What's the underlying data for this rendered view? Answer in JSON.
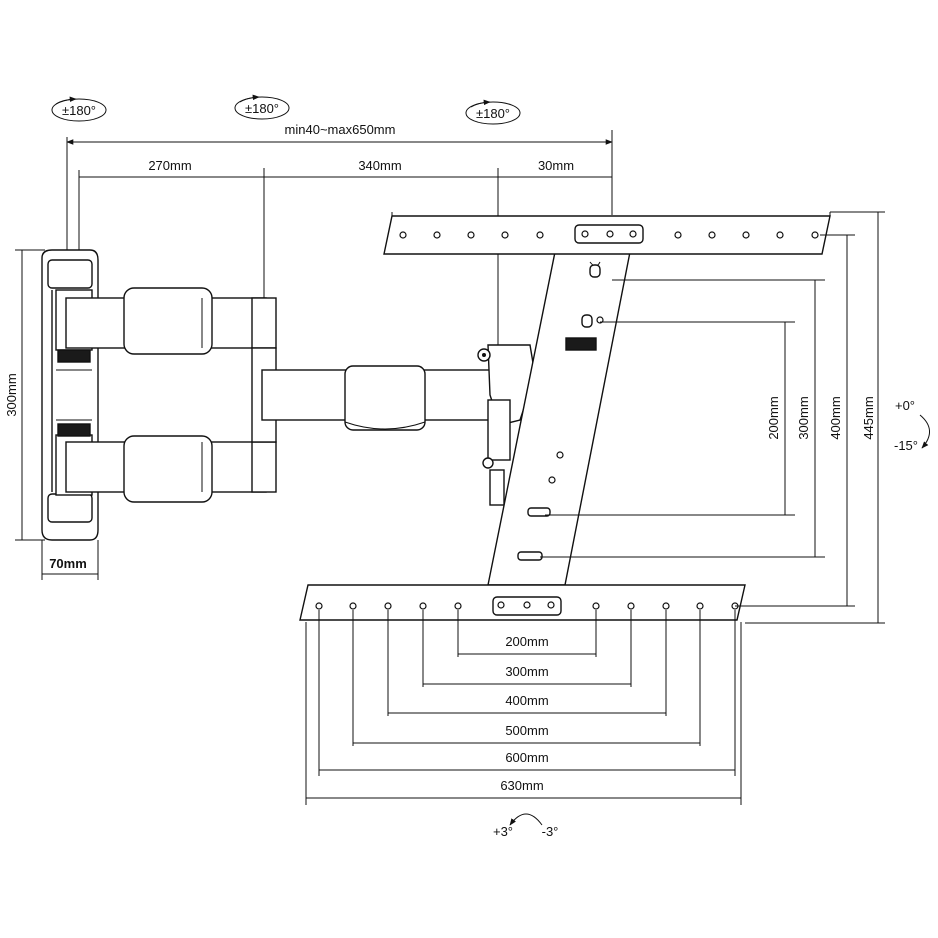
{
  "rotation_labels": {
    "top_left": "±180°",
    "top_middle": "±180°",
    "top_right": "±180°"
  },
  "dimensions": {
    "extension": "min40~max650mm",
    "arm1": "270mm",
    "arm2": "340mm",
    "head": "30mm",
    "wall_plate_height": "300mm",
    "wall_plate_depth": "70mm",
    "vesa_v_200": "200mm",
    "vesa_v_300": "300mm",
    "vesa_v_400": "400mm",
    "max_height": "445mm",
    "vesa_h_200": "200mm",
    "vesa_h_300": "300mm",
    "vesa_h_400": "400mm",
    "vesa_h_500": "500mm",
    "vesa_h_600": "600mm",
    "max_width": "630mm"
  },
  "tilt": {
    "up": "+0°",
    "down": "-15°"
  },
  "swivel": {
    "plus": "+3°",
    "minus": "-3°"
  }
}
